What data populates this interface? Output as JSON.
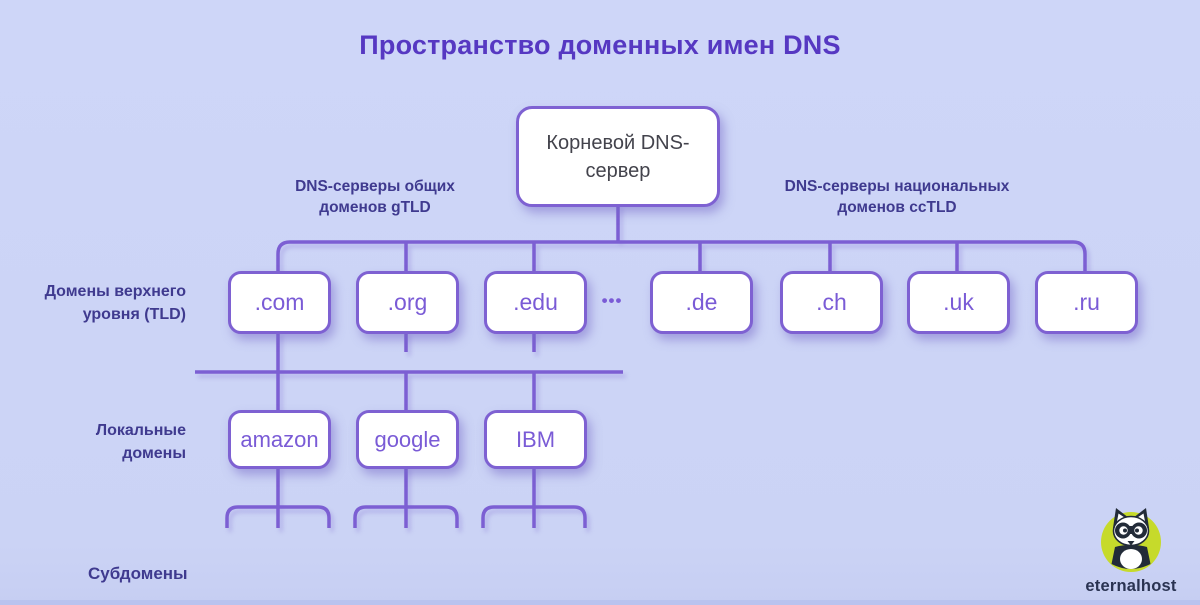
{
  "title": "Пространство доменных имен DNS",
  "root_node": {
    "label": "Корневой DNS-\nсервер"
  },
  "branch_labels": {
    "gtld": "DNS-серверы общих\nдоменов gTLD",
    "cctld": "DNS-серверы национальных\nдоменов ccTLD"
  },
  "row_labels": {
    "tld": "Домены верхнего\nуровня (TLD)",
    "local": "Локальные\nдомены",
    "subdomains": "Субдомены"
  },
  "tld_nodes": [
    ".com",
    ".org",
    ".edu",
    ".de",
    ".ch",
    ".uk",
    ".ru"
  ],
  "ellipsis": "•••",
  "local_nodes": [
    "amazon",
    "google",
    "IBM"
  ],
  "logo": {
    "text": "eternalhost"
  },
  "colors": {
    "background": "#ccd4f6",
    "line": "#7c5fd3",
    "box_border": "#7e61d2",
    "box_text": "#7a5bd6",
    "root_text": "#43434c",
    "label_text": "#3f3a8f",
    "title_text": "#5638c2",
    "logo_circle": "#c6da2b",
    "logo_text": "#2a3352"
  }
}
